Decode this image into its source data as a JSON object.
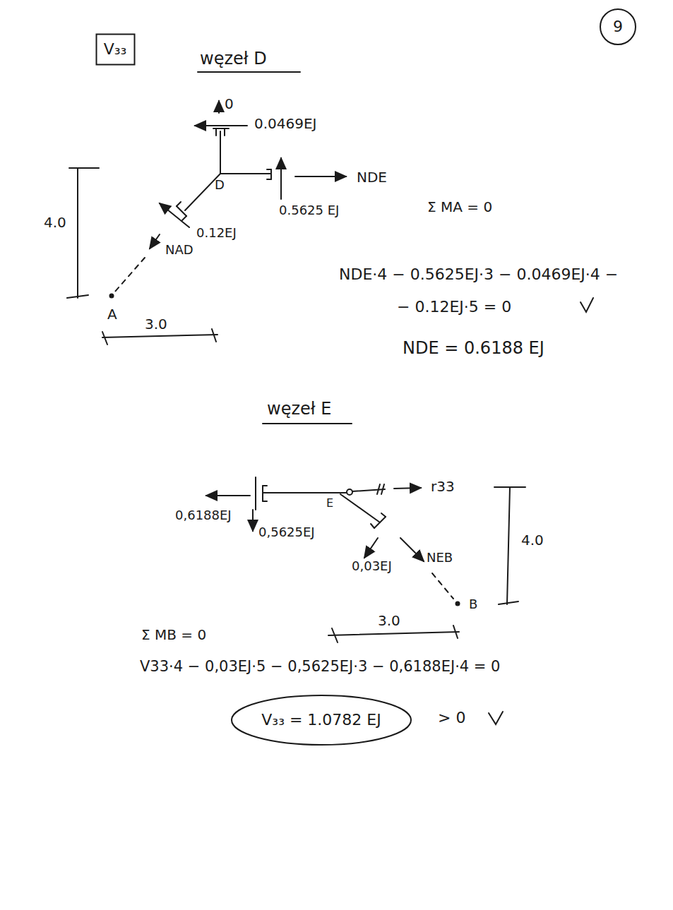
{
  "diagram": {
    "nodes": [
      {
        "text": [
          "V₃₃"
        ]
      },
      {
        "text": [
          "9"
        ]
      },
      {
        "text": [
          "V₃₃ = 1.0782 EJ"
        ]
      }
    ],
    "labels": [
      "węzeł D",
      "0",
      "0.0469EJ",
      "NDE",
      "D",
      "0.5625 EJ",
      "0.12EJ",
      "NAD",
      "A",
      "4.0",
      "3.0",
      "Σ MA = 0",
      "NDE·4 − 0.5625EJ·3 − 0.0469EJ·4 −",
      "− 0.12EJ·5 = 0",
      "NDE = 0.6188 EJ",
      "węzeł E",
      "0,6188EJ",
      "0,5625EJ",
      "E",
      "r33",
      "0,03EJ",
      "NEB",
      "B",
      "4.0",
      "3.0",
      "Σ MB = 0",
      "V33·4 − 0,03EJ·5 − 0,5625EJ·3 − 0,6188EJ·4 = 0",
      "> 0"
    ]
  }
}
